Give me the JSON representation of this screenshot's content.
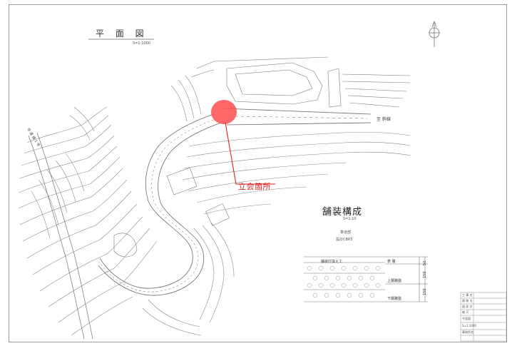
{
  "plan": {
    "title": "平 面 図",
    "scale": "S=1:1000",
    "road_left": "市 道 線 1 号",
    "road_right": "至 幹線"
  },
  "callout": {
    "label": "立会箇所",
    "marker_color": "#ff4d4d",
    "line_color": "#e02020"
  },
  "pavement": {
    "title": "舗装構成",
    "scale": "S=1:10",
    "note1": "車道部",
    "note2": "設計CBR5",
    "table_header": "舗装打換え工",
    "layers": [
      {
        "name": "表 層",
        "thickness": "50"
      },
      {
        "name": "上層路盤",
        "thickness": "150"
      },
      {
        "name": "下層路盤",
        "thickness": "150"
      }
    ]
  },
  "titleblock": {
    "rows": [
      "工 事 名",
      "路 線 名",
      "図 面 名",
      "縮 尺",
      "平面図",
      "S=1:1000",
      "事務所名",
      ""
    ]
  },
  "colors": {
    "line": "#7a7a7a",
    "accent": "#e02020"
  }
}
